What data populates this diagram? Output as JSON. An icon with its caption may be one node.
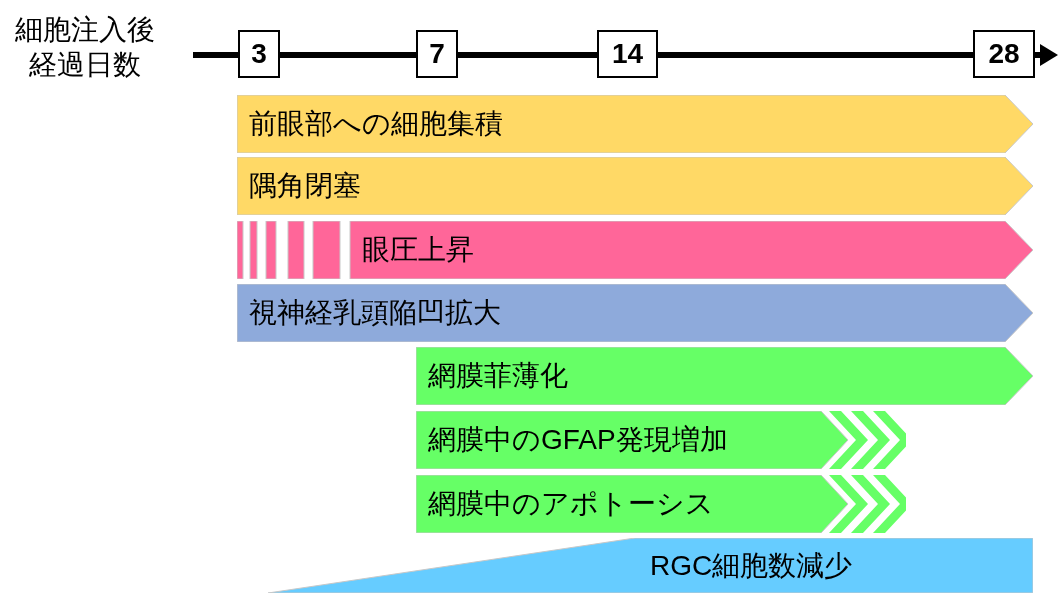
{
  "diagram": {
    "nodes": [
      {
        "text": [
          "3"
        ]
      },
      {
        "text": [
          "7"
        ]
      },
      {
        "text": [
          "14"
        ]
      },
      {
        "text": [
          "28"
        ]
      },
      {
        "text": [
          "前眼部への細胞集積"
        ]
      },
      {
        "text": [
          "隅角閉塞"
        ]
      },
      {
        "text": [
          "眼圧上昇"
        ]
      },
      {
        "text": [
          "視神経乳頭陥凹拡大"
        ]
      },
      {
        "text": [
          "網膜菲薄化"
        ]
      },
      {
        "text": [
          "網膜中のGFAP発現増加"
        ]
      },
      {
        "text": [
          "網膜中のアポトーシス"
        ]
      },
      {
        "text": [
          "RGC細胞数減少"
        ]
      }
    ],
    "labels": [
      "細胞注入後経過日数"
    ]
  }
}
